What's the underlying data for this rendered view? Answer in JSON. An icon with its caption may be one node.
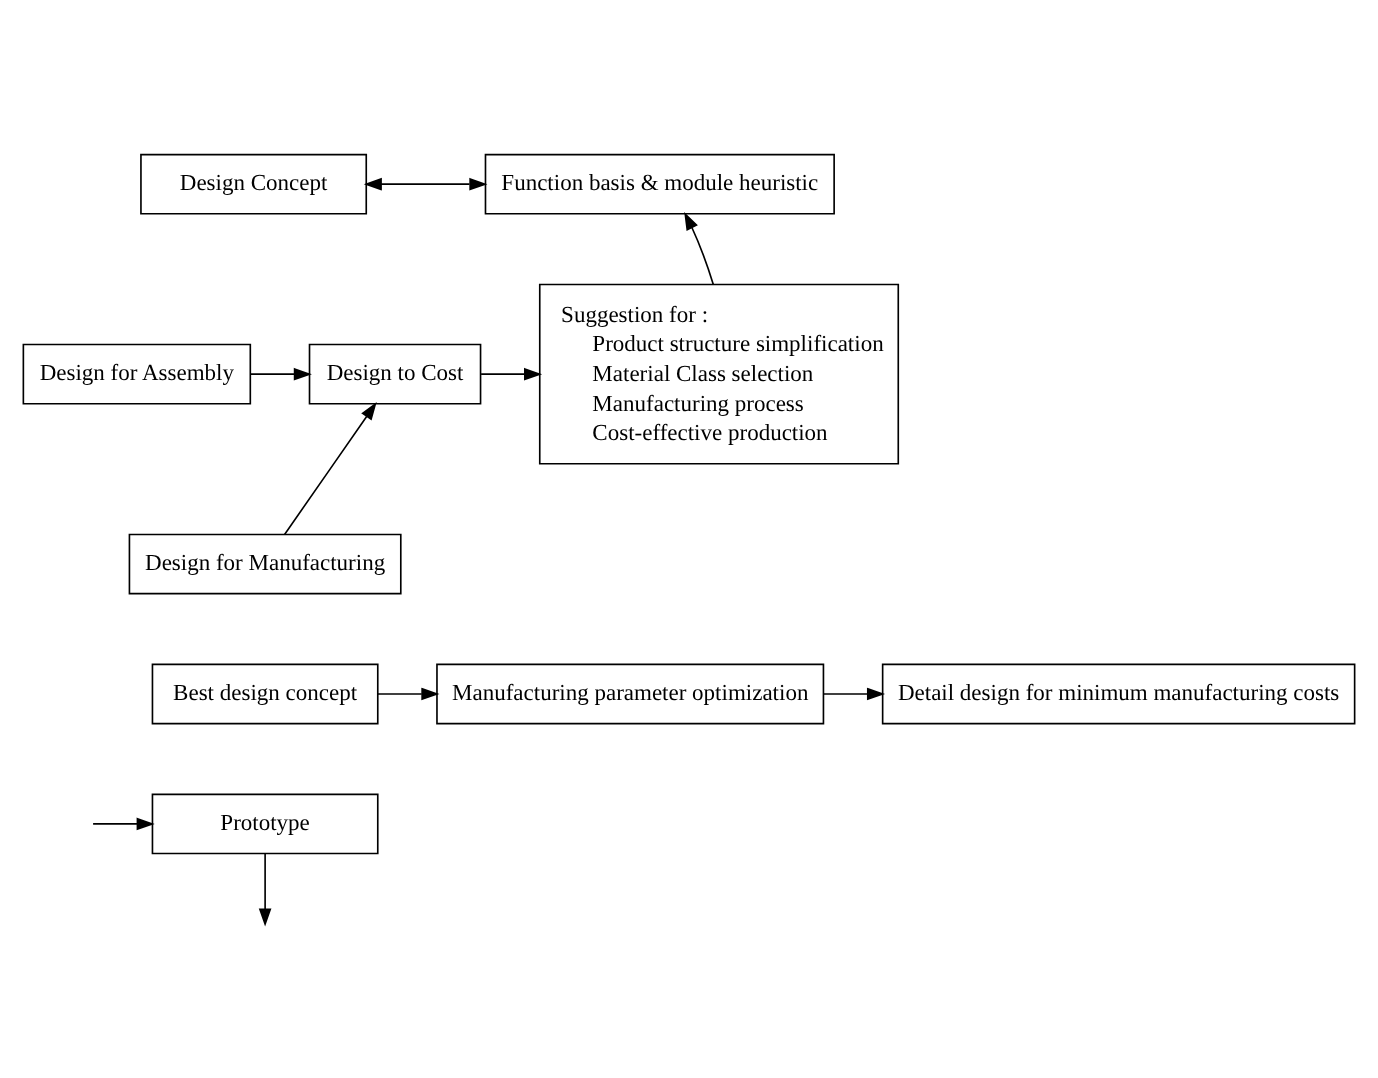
{
  "diagram": {
    "nodes": [
      {
        "text": [
          "Design Concept"
        ]
      },
      {
        "text": [
          "Function basis & module heuristic"
        ]
      },
      {
        "text": [
          "Suggestion for :",
          "Product structure simplification",
          "Material Class selection",
          "Manufacturing process",
          "Cost-effective production"
        ]
      },
      {
        "text": [
          "Design for Assembly"
        ]
      },
      {
        "text": [
          "Design for Manufacturing"
        ]
      },
      {
        "text": [
          "Design to Cost"
        ]
      },
      {
        "text": [
          "Best design concept"
        ]
      },
      {
        "text": [
          "Manufacturing parameter optimization"
        ]
      },
      {
        "text": [
          "Detail design for minimum manufacturing costs"
        ]
      },
      {
        "text": [
          "Prototype"
        ]
      }
    ],
    "edges": [
      {
        "from": 0,
        "to": 1,
        "arrow": "both"
      },
      {
        "from": 2,
        "to": 1,
        "arrow": "to"
      },
      {
        "from": 3,
        "to": 5,
        "arrow": "to"
      },
      {
        "from": 4,
        "to": 5,
        "arrow": "to"
      },
      {
        "from": 5,
        "to": 2,
        "arrow": "to"
      },
      {
        "from": 6,
        "to": 7,
        "arrow": "to"
      },
      {
        "from": 7,
        "to": 8,
        "arrow": "to"
      },
      {
        "from": 9,
        "to": null,
        "arrow": "to"
      },
      {
        "from": null,
        "to": 9,
        "arrow": "to"
      }
    ]
  }
}
